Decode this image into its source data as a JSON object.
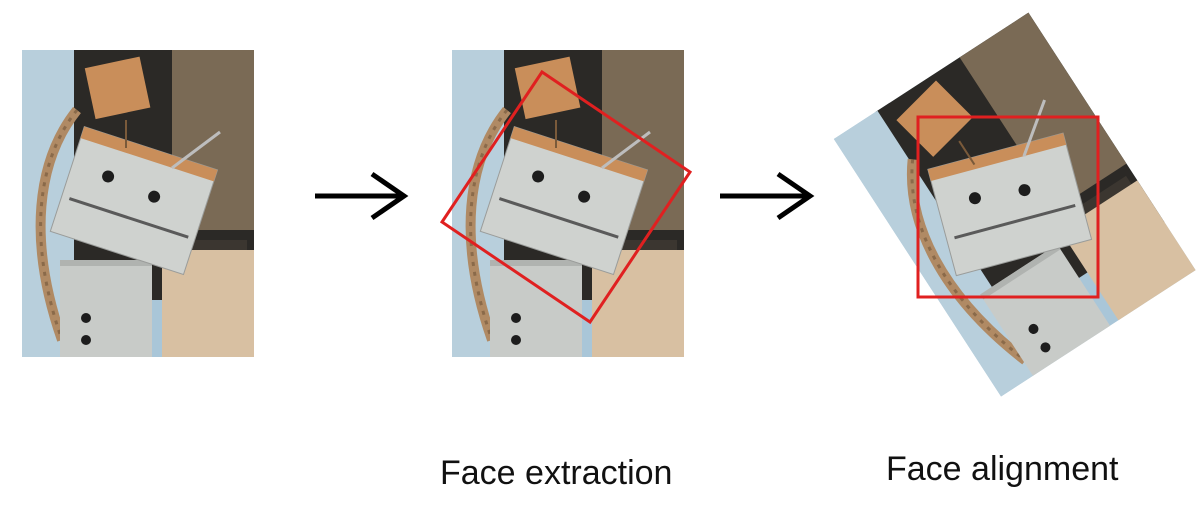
{
  "captions": {
    "original": "",
    "extraction": "Face extraction",
    "alignment": "Face alignment"
  },
  "steps": [
    {
      "id": "original",
      "description_label": ""
    },
    {
      "id": "extraction",
      "description_label": "Face extraction"
    },
    {
      "id": "alignment",
      "description_label": "Face alignment"
    }
  ],
  "colors": {
    "bounding_box": "#e02020",
    "arrow": "#000000",
    "wood_light": "#cfd2cf",
    "wood_tan": "#c98e5a",
    "window_blue": "#a9c6d8",
    "dark_bg": "#2b2926",
    "rope": "#b08a64"
  },
  "icons": {
    "arrow": "right-arrow-icon"
  }
}
